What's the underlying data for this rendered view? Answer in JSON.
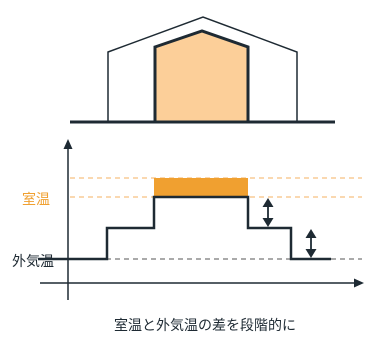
{
  "labels": {
    "room_temp": "室温",
    "outside_temp": "外気温"
  },
  "caption": "室温と外気温の差を段階的に",
  "colors": {
    "dark": "#1e2a33",
    "accent_orange": "#f0a030",
    "inner_room_fill": "#fccf99",
    "dashed_orange": "#f6b060",
    "dashed_gray": "#555555"
  },
  "icons": {
    "house": "house-outline-icon",
    "inner_room": "inner-room-icon",
    "double_arrow": "double-headed-arrow-icon"
  }
}
